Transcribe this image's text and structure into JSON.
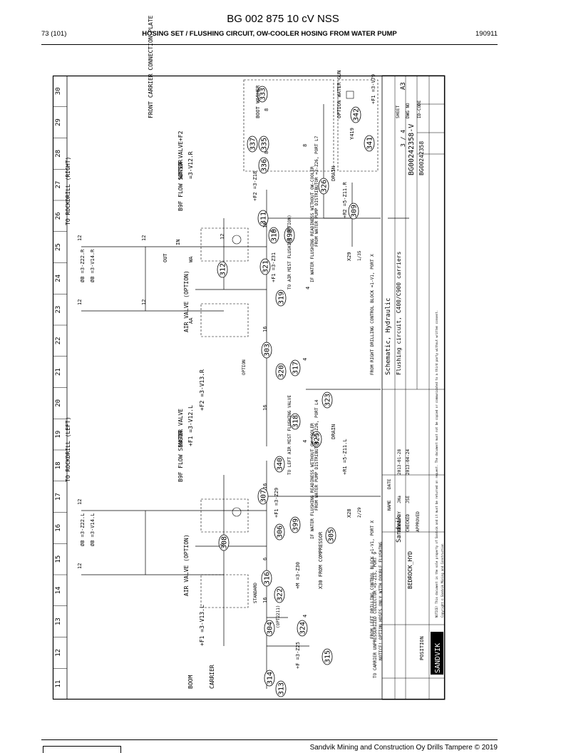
{
  "header": {
    "doc_title": "BG 002 875 10 cV NSS",
    "page_number": "73 (101)",
    "section_title": "HOSING SET / FLUSHING CIRCUIT, OW-COOLER HOSING FROM WATER PUMP",
    "date": "190911"
  },
  "footer": {
    "company_text": "Sandvik Mining and Construction Oy Drills Tampere © 2019"
  },
  "drawing": {
    "grid_numbers": [
      "11",
      "12",
      "13",
      "14",
      "15",
      "16",
      "17",
      "18",
      "19",
      "20",
      "21",
      "22",
      "23",
      "24",
      "25",
      "26",
      "27",
      "28",
      "29",
      "30"
    ],
    "rotated_labels": {
      "to_rockdrill_right": "TO ROCKDRILL (RIGHT)",
      "to_rockdrill_left": "TO ROCKDRILL (LEFT)",
      "front_carrier": "FRONT CARRIER CONNECTION PLATE",
      "flow_sensor_right": "B9F FLOW SENSOR",
      "flow_sensor_left": "B9F FLOW SENSOR",
      "water_valve_right": "WATER VALVE+F2",
      "water_valve_right_code": "=3-V12.R",
      "water_valve_left": "WATER VALVE",
      "water_valve_left_code": "+F1 =3-V12.L",
      "air_valve_right": "AIR VALVE (OPTION)",
      "air_valve_right_code": "+F2 =3-V13.R",
      "air_valve_left": "AIR VALVE (OPTION)",
      "air_valve_left_code": "+F1 =3-V13.L",
      "boot_washer": "BOOT WASHER",
      "water_gun": "OPTION WATER GUN",
      "water_gun_code": "+F1 =3-V79",
      "yv": "Y419",
      "drain_right": "DRAIN",
      "drain_right_code": "+R2 =5-Z11.R",
      "drain_left": "DRAIN",
      "drain_left_code": "+R1 =5-Z11.L",
      "z18": "+F2 =3-Z18",
      "z31": "+F1 =3-Z31",
      "z29": "+F1 =3-Z29",
      "z30": "+M =3-Z30",
      "z25": "+F =3-Z25",
      "z22r": "ØB =3-Z22.R",
      "v14r": "ØB =3-V14.R",
      "z22l": "ØB =3-Z22.L",
      "v14l": "ØB =3-V14.L",
      "from_pump_right": "FROM WATER PUMP DISTRIBUTOR =3-Z26, PORT L7",
      "from_pump_left": "FROM WATER PUMP DISTRIBUTOR =3-Z26, PORT L4",
      "if_water_right": "IF WATER FLUSHING READINESS WITHOUT OW-COOLER",
      "if_water_left": "IF WATER FLUSHING READINESS WITHOUT OW-COOLER",
      "to_air_mist_right": "TO AIR MIST FLUSHING (OPTION)",
      "to_left_air_mist": "TO LEFT AIR MIST FLUSHING VALVE",
      "from_right_block": "FROM RIGHT DRILLING CONTROL BLOCK =1-V1, PORT X",
      "from_left_block": "FROM LEFT DRILLING CONTROL BLOCK =1-V1, PORT X",
      "notice": "NOTICE! OPTION HOSES ONLY WITH DOUBLE FLUSHING",
      "to_carrier": "TO CARRIER UNPRESSURIZED COLLECTOR =5-Z15, PORT 9",
      "from_compressor": "X30 FROM COMPRESSOR",
      "x29": "X29",
      "x28": "X28",
      "sheet_ref_1": "1/35",
      "sheet_ref_2": "2/29",
      "boom": "BOOM",
      "carrier": "CARRIER",
      "option": "OPTION",
      "standard": "STANDARD",
      "optional_block": "(OPT2211)"
    },
    "pipe_labels": [
      "12",
      "12",
      "12",
      "12",
      "12",
      "16",
      "16",
      "16",
      "16",
      "16",
      "6",
      "6",
      "6",
      "4",
      "4",
      "4",
      "4",
      "8",
      "8",
      "8",
      "12",
      "12"
    ],
    "port_labels": {
      "wa": "WA",
      "aa": "AA",
      "out": "OUT",
      "in": "IN"
    },
    "callouts": [
      "311",
      "312",
      "303",
      "320",
      "317",
      "318",
      "319",
      "321",
      "310",
      "398",
      "326",
      "309",
      "323",
      "325",
      "340",
      "307",
      "308",
      "306",
      "399",
      "305",
      "316",
      "322",
      "304",
      "324",
      "314",
      "313",
      "315",
      "333",
      "335",
      "336",
      "337",
      "342",
      "341"
    ],
    "title_block": {
      "company": "SANDVIK",
      "sandvik_small": "Sandvik",
      "schematic_title": "Schematic, Hydraulic",
      "schematic_subtitle": "Flushing circuit, C400/C900 carriers",
      "drawing_number": "BG00242358-V",
      "id_code": "BG00242358",
      "bedrock": "BEDROCK_HYD",
      "position": "POSITION",
      "sheet_label": "SHEET",
      "sheet_value": "3 / 4",
      "size": "A3",
      "dwg_no": "DWG NO",
      "id_code_label": "ID-CODE",
      "name_label": "NAME",
      "date_label": "DATE",
      "drawn_by": "DRAWN BY",
      "checked": "CHECKED",
      "approved": "APPROVED",
      "drawn_date": "2013-01-28",
      "checked_date": "2013-04-24",
      "drawn_name": "JHa",
      "checked_name": "JSE",
      "notice_text": "NOTICE! This document is the sole property of Sandvik and it must be returned on request. The document must not be copied or communicated to a third party without written consent.",
      "copyright": "Copyright © Sandvik Mining and Construction"
    }
  }
}
